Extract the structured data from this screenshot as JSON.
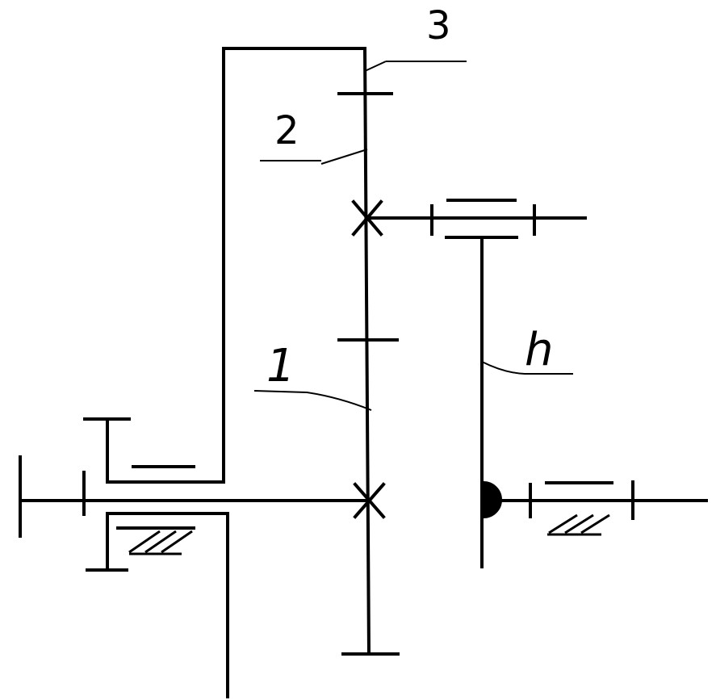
{
  "labels": {
    "frame_label": "3",
    "gear2_label": "2",
    "gear1_label": "1",
    "carrier_label": "h"
  }
}
